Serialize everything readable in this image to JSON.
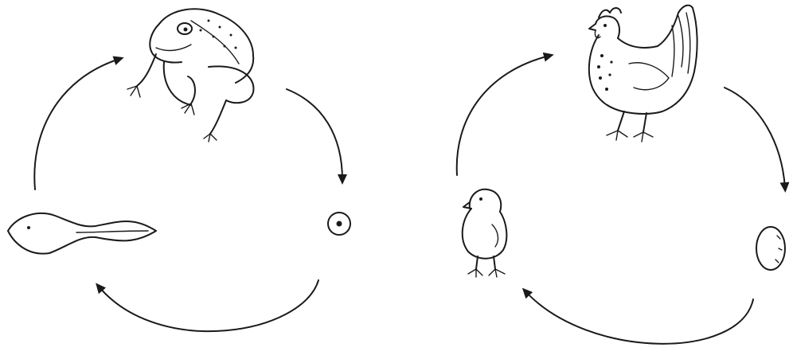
{
  "diagrams": [
    {
      "stages": [
        "frog",
        "egg",
        "tadpole"
      ],
      "arrows": 3
    },
    {
      "stages": [
        "hen",
        "egg",
        "chick"
      ],
      "arrows": 3
    }
  ],
  "ink_color": "#1a1a1a",
  "background": "#ffffff"
}
